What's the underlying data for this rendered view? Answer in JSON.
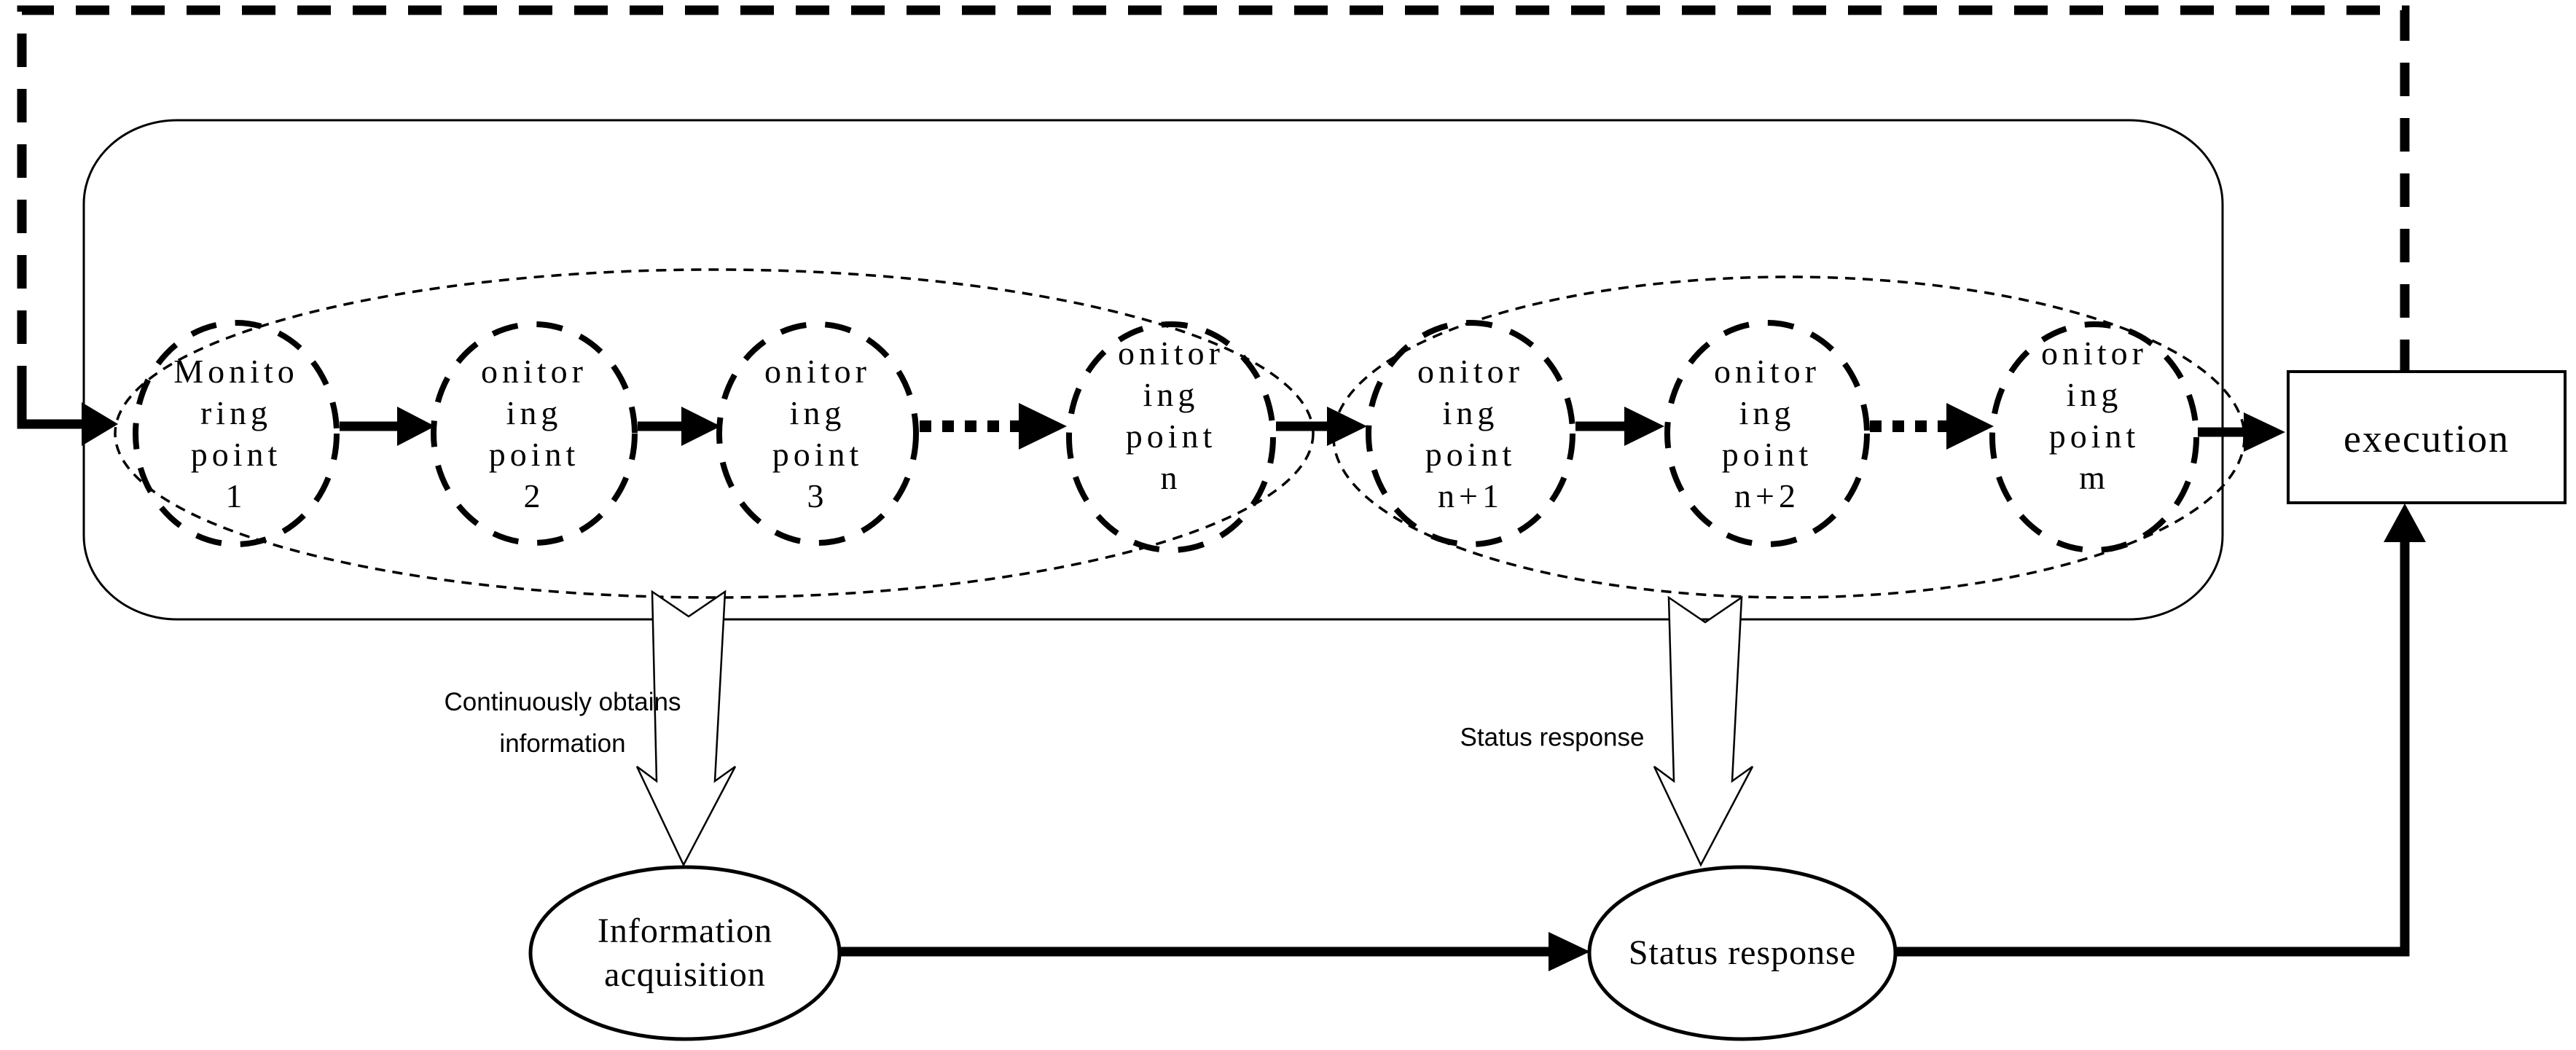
{
  "diagram": {
    "title_hint": "monitoring chain flow diagram",
    "colors": {
      "ink": "#000000",
      "background": "#ffffff"
    },
    "monitoring_points": [
      {
        "lines": [
          "Monito",
          "ring",
          "point",
          "1"
        ]
      },
      {
        "lines": [
          "onitor",
          "ing",
          "point",
          "2"
        ]
      },
      {
        "lines": [
          "onitor",
          "ing",
          "point",
          "3"
        ]
      },
      {
        "lines": [
          "onitor",
          "ing",
          "point",
          "n"
        ]
      },
      {
        "lines": [
          "onitor",
          "ing",
          "point",
          "n+1"
        ]
      },
      {
        "lines": [
          "onitor",
          "ing",
          "point",
          "n+2"
        ]
      },
      {
        "lines": [
          "onitor",
          "ing",
          "point",
          "m"
        ]
      }
    ],
    "execution_box": {
      "label": "execution"
    },
    "information_acquisition_ellipse": {
      "lines": [
        "Information",
        "acquisition"
      ]
    },
    "status_response_ellipse": {
      "label": "Status response"
    },
    "continuously_obtains_label": {
      "lines": [
        "Continuously obtains",
        "information"
      ]
    },
    "status_response_label": {
      "label": "Status response"
    }
  }
}
